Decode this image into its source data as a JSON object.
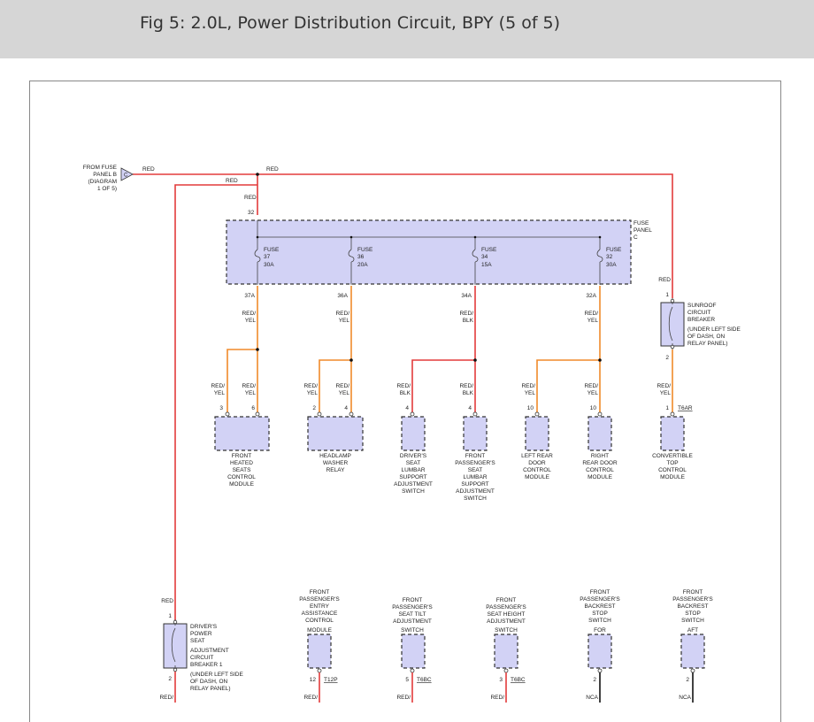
{
  "header": {
    "title": "Fig 5: 2.0L, Power Distribution Circuit, BPY (5 of 5)"
  },
  "source": {
    "lines": [
      "FROM FUSE",
      "PANEL B",
      "(DIAGRAM",
      "1 OF 5)"
    ],
    "connector_letter": "C"
  },
  "fuse_panel": {
    "label_lines": [
      "FUSE",
      "PANEL",
      "C"
    ],
    "input_pin": "32"
  },
  "fuses": [
    {
      "name": "FUSE",
      "number": "37",
      "rating": "30A",
      "out_pin": "37A",
      "wire": [
        "RED/",
        "YEL"
      ],
      "branch": [
        "RED/",
        "YEL"
      ]
    },
    {
      "name": "FUSE",
      "number": "36",
      "rating": "20A",
      "out_pin": "36A",
      "wire": [
        "RED/",
        "YEL"
      ],
      "branch": [
        "RED/",
        "YEL"
      ]
    },
    {
      "name": "FUSE",
      "number": "34",
      "rating": "15A",
      "out_pin": "34A",
      "wire": [
        "RED/",
        "BLK"
      ],
      "branch": [
        "RED/",
        "BLK"
      ]
    },
    {
      "name": "FUSE",
      "number": "32",
      "rating": "30A",
      "out_pin": "32A",
      "wire": [
        "RED/",
        "YEL"
      ],
      "branch": [
        "RED/",
        "YEL"
      ]
    }
  ],
  "wires": {
    "red": "RED",
    "red_yel": [
      "RED/",
      "YEL"
    ],
    "nca": "NCA"
  },
  "sunroof_breaker": {
    "pin_in": "1",
    "pin_out": "2",
    "label_lines": [
      "SUNROOF",
      "CIRCUIT",
      "BREAKER",
      "(UNDER LEFT SIDE",
      "OF DASH, ON",
      "RELAY PANEL)"
    ]
  },
  "loads_top": [
    {
      "pin": "3",
      "wire": [
        "RED/",
        "YEL"
      ],
      "label_lines": [
        "FRONT",
        "HEATED",
        "SEATS",
        "CONTROL",
        "MODULE"
      ]
    },
    {
      "pin": "6",
      "wire": [
        "RED/",
        "YEL"
      ],
      "label_lines": []
    },
    {
      "pin": "2",
      "wire": [
        "RED/",
        "YEL"
      ],
      "label_lines": [
        "HEADLAMP",
        "WASHER",
        "RELAY"
      ]
    },
    {
      "pin": "4",
      "wire": [
        "RED/",
        "YEL"
      ],
      "label_lines": []
    },
    {
      "pin": "4",
      "wire": [
        "RED/",
        "BLK"
      ],
      "label_lines": [
        "DRIVER'S",
        "SEAT",
        "LUMBAR",
        "SUPPORT",
        "ADJUSTMENT",
        "SWITCH"
      ]
    },
    {
      "pin": "4",
      "wire": [
        "RED/",
        "BLK"
      ],
      "label_lines": [
        "FRONT",
        "PASSENGER'S",
        "SEAT",
        "LUMBAR",
        "SUPPORT",
        "ADJUSTMENT",
        "SWITCH"
      ]
    },
    {
      "pin": "10",
      "wire": [
        "RED/",
        "YEL"
      ],
      "label_lines": [
        "LEFT REAR",
        "DOOR",
        "CONTROL",
        "MODULE"
      ]
    },
    {
      "pin": "10",
      "wire": [
        "RED/",
        "YEL"
      ],
      "label_lines": [
        "RIGHT",
        "REAR DOOR",
        "CONTROL",
        "MODULE"
      ]
    },
    {
      "pin": "1",
      "connector": "T6AR",
      "wire": [
        "RED/",
        "YEL"
      ],
      "label_lines": [
        "CONVERTIBLE",
        "TOP",
        "CONTROL",
        "MODULE"
      ]
    }
  ],
  "driver_breaker": {
    "wire_in": "RED",
    "pin_in": "1",
    "pin_out": "2",
    "wire_out": "RED/",
    "label_lines": [
      "DRIVER'S",
      "POWER",
      "SEAT",
      "ADJUSTMENT",
      "CIRCUIT",
      "BREAKER 1",
      "(UNDER LEFT SIDE",
      "OF DASH, ON",
      "RELAY PANEL)"
    ]
  },
  "loads_bottom": [
    {
      "pin": "12",
      "connector": "T12P",
      "wire": "RED/",
      "label_lines": [
        "FRONT",
        "PASSENGER'S",
        "ENTRY",
        "ASSISTANCE",
        "CONTROL",
        "MODULE"
      ]
    },
    {
      "pin": "5",
      "connector": "T6BC",
      "wire": "RED/",
      "label_lines": [
        "FRONT",
        "PASSENGER'S",
        "SEAT TILT",
        "ADJUSTMENT",
        "SWITCH"
      ]
    },
    {
      "pin": "3",
      "connector": "T6BC",
      "wire": "RED/",
      "label_lines": [
        "FRONT",
        "PASSENGER'S",
        "SEAT HEIGHT",
        "ADJUSTMENT",
        "SWITCH"
      ]
    },
    {
      "pin": "2",
      "connector": "",
      "wire": "NCA",
      "label_lines": [
        "FRONT",
        "PASSENGER'S",
        "BACKREST",
        "STOP",
        "SWITCH",
        "FOR"
      ]
    },
    {
      "pin": "2",
      "connector": "",
      "wire": "NCA",
      "label_lines": [
        "FRONT",
        "PASSENGER'S",
        "BACKREST",
        "STOP",
        "SWITCH",
        "AFT"
      ]
    }
  ]
}
